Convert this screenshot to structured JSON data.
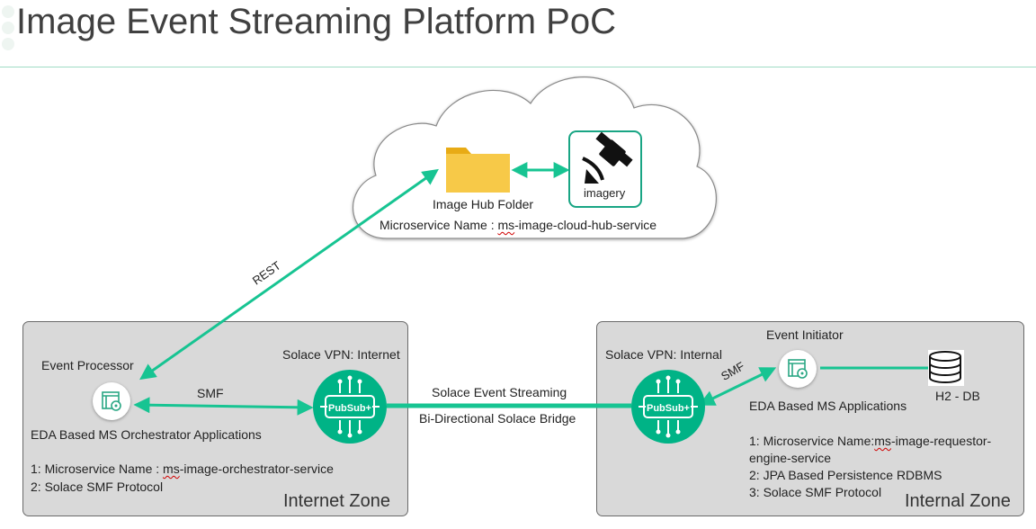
{
  "title": "Image Event Streaming Platform PoC",
  "cloud": {
    "folder_label": "Image Hub Folder",
    "imagery_label": "imagery",
    "microservice_prefix": "Microservice Name : ",
    "microservice_name": "ms-image-cloud-hub-service"
  },
  "edges": {
    "rest": "REST",
    "smf_left": "SMF",
    "smf_right": "SMF",
    "bridge_line1": "Solace Event Streaming",
    "bridge_line2": "Bi-Directional Solace Bridge"
  },
  "internet_zone": {
    "zone_name": "Internet Zone",
    "vpn_label": "Solace VPN: Internet",
    "pubsub_label": "PubSub+",
    "processor_label": "Event Processor",
    "app_label": "EDA Based MS Orchestrator Applications",
    "notes": {
      "line1_prefix": "1: Microservice Name : ",
      "line1_name": "ms-image-orchestrator-service",
      "line2": "2: Solace SMF Protocol"
    }
  },
  "internal_zone": {
    "zone_name": "Internal Zone",
    "vpn_label": "Solace VPN: Internal",
    "pubsub_label": "PubSub+",
    "initiator_label": "Event Initiator",
    "app_label": "EDA Based MS Applications",
    "db_label": "H2 - DB",
    "notes": {
      "line1_prefix": "1: Microservice Name:",
      "line1_name": "ms-image-requestor-",
      "line1_cont": "engine-service",
      "line2": "2: JPA Based Persistence RDBMS",
      "line3": "3: Solace SMF Protocol"
    }
  },
  "colors": {
    "accent": "#17c492",
    "pubsub": "#00b386",
    "zone_bg": "#d9d9d9",
    "folder": "#f7c948"
  }
}
